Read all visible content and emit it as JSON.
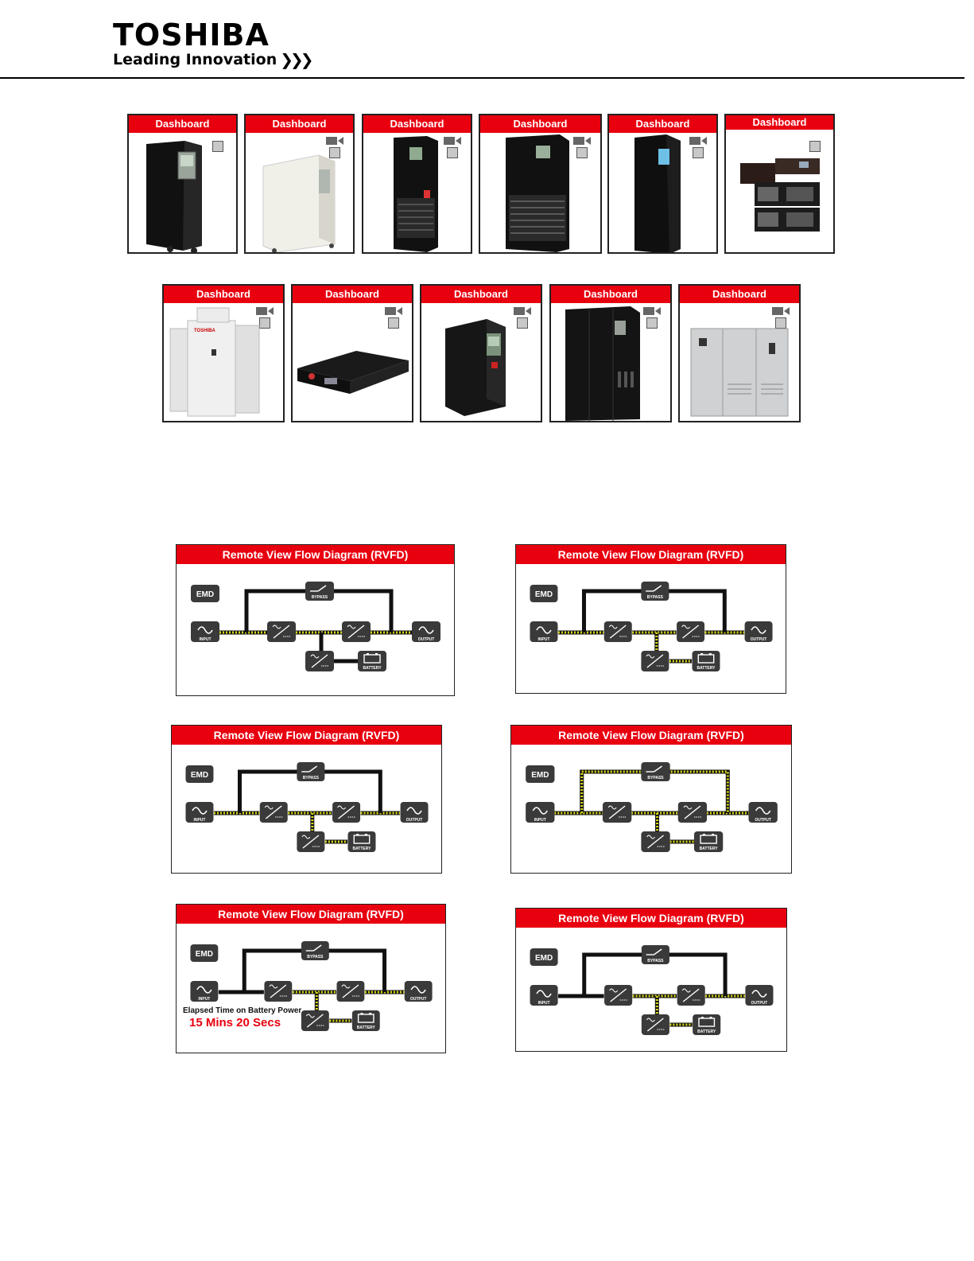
{
  "header": {
    "logo_text": "TOSHIBA",
    "tagline": "Leading Innovation",
    "tagline_arrows": "❯❯❯"
  },
  "dashboards": {
    "label": "Dashboard",
    "cards": [
      {
        "id": "d1",
        "label": "Dashboard",
        "product": "tower"
      },
      {
        "id": "d2",
        "label": "Dashboard",
        "product": "tower-white"
      },
      {
        "id": "d3",
        "label": "Dashboard",
        "product": "tall-battery"
      },
      {
        "id": "d4",
        "label": "Dashboard",
        "product": "wide-cabinet"
      },
      {
        "id": "d5",
        "label": "Dashboard",
        "product": "tall-cabinet"
      },
      {
        "id": "d6",
        "label": "Dashboard",
        "product": "modular"
      },
      {
        "id": "d7",
        "label": "Dashboard",
        "product": "outdoor"
      },
      {
        "id": "d8",
        "label": "Dashboard",
        "product": "rackmount"
      },
      {
        "id": "d9",
        "label": "Dashboard",
        "product": "mini-tower"
      },
      {
        "id": "d10",
        "label": "Dashboard",
        "product": "large-cabinet"
      },
      {
        "id": "d11",
        "label": "Dashboard",
        "product": "industrial-gray"
      }
    ]
  },
  "rvfd": {
    "title": "Remote View Flow Diagram (RVFD)",
    "labels": {
      "emd": "EMD",
      "bypass": "BYPASS",
      "input": "INPUT",
      "output": "OUTPUT",
      "battery": "BATTERY"
    },
    "elapsed_label": "Elapsed Time on Battery Power",
    "elapsed_value": "15 Mins 20 Secs",
    "diagrams": [
      {
        "id": "normal",
        "title": "Remote View Flow Diagram (RVFD)",
        "mode": "normal"
      },
      {
        "id": "charging",
        "title": "Remote View Flow Diagram (RVFD)",
        "mode": "charging"
      },
      {
        "id": "normal-charge",
        "title": "Remote View Flow Diagram (RVFD)",
        "mode": "normal-charge"
      },
      {
        "id": "bypass",
        "title": "Remote View Flow Diagram (RVFD)",
        "mode": "bypass"
      },
      {
        "id": "battery",
        "title": "Remote View Flow Diagram (RVFD)",
        "mode": "battery"
      },
      {
        "id": "battery-noinput",
        "title": "Remote View Flow Diagram (RVFD)",
        "mode": "battery-noinput"
      }
    ]
  },
  "colors": {
    "accent": "#e8000f",
    "power_flow": "#d9d91a",
    "block": "#3a3a3a"
  }
}
